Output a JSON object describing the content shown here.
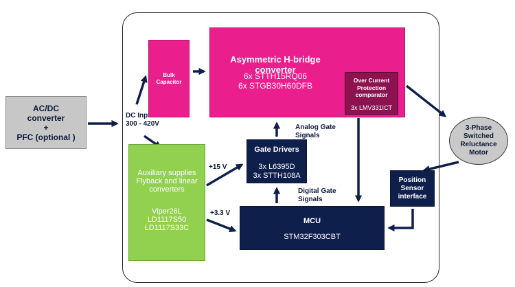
{
  "ac_dc": {
    "line1": "AC/DC",
    "line2": "converter",
    "line3": "+",
    "line4": "PFC (optional )"
  },
  "dc_input": {
    "line1": "DC Input",
    "line2": "300 - 420V"
  },
  "bulk_capacitor": {
    "line1": "Bulk",
    "line2": "Capacitor"
  },
  "hbridge": {
    "title": "Asymmetric H-bridge converter",
    "line1": "6x STTH15RQ06",
    "line2": "6x STGB30H60DFB"
  },
  "ocp": {
    "line1": "Over Current",
    "line2": "Protection",
    "line3": "comparator",
    "part": "3x LMV331ICT"
  },
  "aux": {
    "line1": "Auxiliary supplies",
    "line2": "Flyback and linear",
    "line3": "converters",
    "part1": "Viper26L",
    "part2": "LD1117S50",
    "part3": "LD1117S33C"
  },
  "gate_drivers": {
    "title": "Gate Drivers",
    "line1": "3x L6395D",
    "line2": "3x STTH108A"
  },
  "mcu": {
    "title": "MCU",
    "part": "STM32F303CBT"
  },
  "position_sensor": {
    "line1": "Position",
    "line2": "Sensor",
    "line3": "interface"
  },
  "motor": {
    "line1": "3-Phase",
    "line2": "Switched",
    "line3": "Reluctance",
    "line4": "Motor"
  },
  "labels": {
    "v15": "+15 V",
    "v33": "+3.3 V",
    "analog1": "Analog Gate",
    "analog2": "Signals",
    "digital1": "Digital Gate",
    "digital2": "Signals"
  },
  "colors": {
    "navy": "#0f1f4b",
    "pink": "#ea1e8c",
    "dark_pink": "#8c1250",
    "green": "#92d050",
    "gray": "#c7c7c7",
    "arrow": "#0f1f4b"
  }
}
